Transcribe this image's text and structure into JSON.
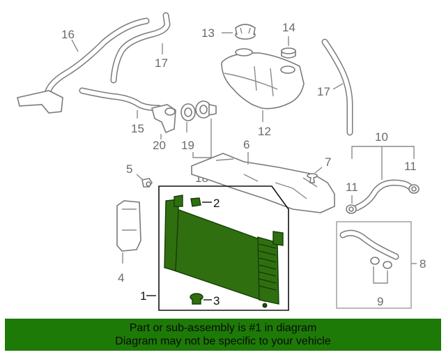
{
  "callouts": {
    "c1": "1",
    "c2": "2",
    "c3": "3",
    "c4": "4",
    "c5": "5",
    "c6": "6",
    "c7": "7",
    "c8": "8",
    "c9": "9",
    "c10": "10",
    "c11a": "11",
    "c11b": "11",
    "c12": "12",
    "c13": "13",
    "c14": "14",
    "c15": "15",
    "c16": "16",
    "c17a": "17",
    "c17b": "17",
    "c18": "18",
    "c19": "19",
    "c20": "20"
  },
  "highlight": {
    "part_number": "1",
    "color": "#1d7a06"
  },
  "banner": {
    "line1": "Part or sub-assembly is #1 in diagram",
    "line2": "Diagram may not be specific to your vehicle"
  }
}
